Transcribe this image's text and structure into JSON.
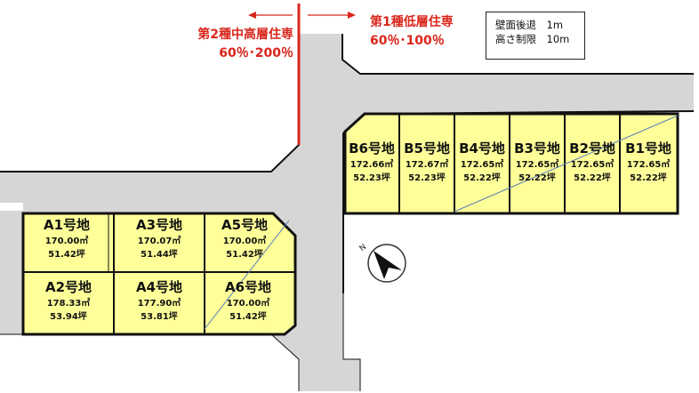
{
  "zones": {
    "left": {
      "name": "第2種中高層住専",
      "ratio": "60％･200％"
    },
    "right": {
      "name": "第1種低層住専",
      "ratio": "60％･100％"
    }
  },
  "restrictions": {
    "setback": "壁面後退　1m",
    "height": "高さ制限　10m"
  },
  "compass": {
    "label": "N"
  },
  "colors": {
    "lot_fill": "#ffff99",
    "road": "#d6d6d6",
    "zone_line": "#d9261c"
  },
  "lots": [
    {
      "id": "A1",
      "name": "A1号地",
      "area": "170.00㎡",
      "tsubo": "51.42坪"
    },
    {
      "id": "A3",
      "name": "A3号地",
      "area": "170.07㎡",
      "tsubo": "51.44坪"
    },
    {
      "id": "A5",
      "name": "A5号地",
      "area": "170.00㎡",
      "tsubo": "51.42坪"
    },
    {
      "id": "A2",
      "name": "A2号地",
      "area": "178.33㎡",
      "tsubo": "53.94坪"
    },
    {
      "id": "A4",
      "name": "A4号地",
      "area": "177.90㎡",
      "tsubo": "53.81坪"
    },
    {
      "id": "A6",
      "name": "A6号地",
      "area": "170.00㎡",
      "tsubo": "51.42坪"
    },
    {
      "id": "B6",
      "name": "B6号地",
      "area": "172.66㎡",
      "tsubo": "52.23坪"
    },
    {
      "id": "B5",
      "name": "B5号地",
      "area": "172.67㎡",
      "tsubo": "52.23坪"
    },
    {
      "id": "B4",
      "name": "B4号地",
      "area": "172.65㎡",
      "tsubo": "52.22坪"
    },
    {
      "id": "B3",
      "name": "B3号地",
      "area": "172.65㎡",
      "tsubo": "52.22坪"
    },
    {
      "id": "B2",
      "name": "B2号地",
      "area": "172.65㎡",
      "tsubo": "52.22坪"
    },
    {
      "id": "B1",
      "name": "B1号地",
      "area": "172.65㎡",
      "tsubo": "52.22坪"
    }
  ]
}
